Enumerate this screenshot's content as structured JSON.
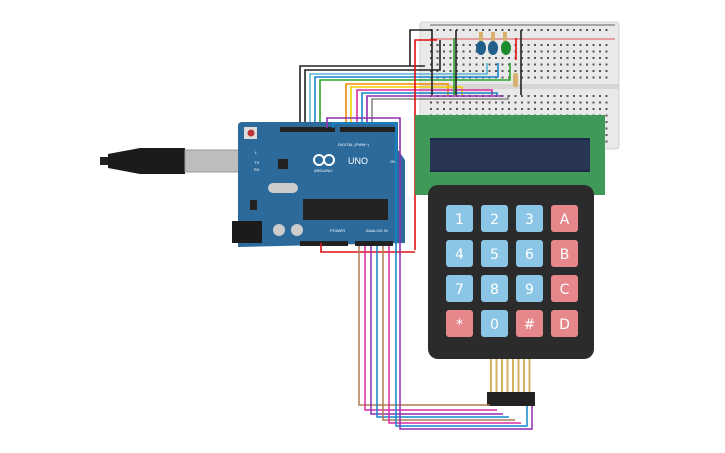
{
  "arduino": {
    "brand": "ARDUINO",
    "model": "UNO",
    "digital_label": "DIGITAL (PWM~)",
    "power_label": "POWER",
    "analog_label": "ANALOG IN",
    "led_l": "L",
    "led_tx": "TX",
    "led_rx": "RX",
    "led_on": "ON"
  },
  "keypad": {
    "keys": [
      {
        "label": "1",
        "kind": "num"
      },
      {
        "label": "2",
        "kind": "num"
      },
      {
        "label": "3",
        "kind": "num"
      },
      {
        "label": "A",
        "kind": "letter"
      },
      {
        "label": "4",
        "kind": "num"
      },
      {
        "label": "5",
        "kind": "num"
      },
      {
        "label": "6",
        "kind": "num"
      },
      {
        "label": "B",
        "kind": "letter"
      },
      {
        "label": "7",
        "kind": "num"
      },
      {
        "label": "8",
        "kind": "num"
      },
      {
        "label": "9",
        "kind": "num"
      },
      {
        "label": "C",
        "kind": "letter"
      },
      {
        "label": "*",
        "kind": "letter"
      },
      {
        "label": "0",
        "kind": "num"
      },
      {
        "label": "#",
        "kind": "letter"
      },
      {
        "label": "D",
        "kind": "letter"
      }
    ]
  },
  "colors": {
    "board": "#2c6a9c",
    "breadboard": "#e9e9e9",
    "lcd_pcb": "#3f9a57",
    "lcd_screen": "#1f2b45",
    "keypad": "#2b2b2b",
    "key_num": "#8cc6e6",
    "key_letter": "#e5878b",
    "led_blue": "#1f5f8a",
    "led_green": "#1d8a2e"
  }
}
